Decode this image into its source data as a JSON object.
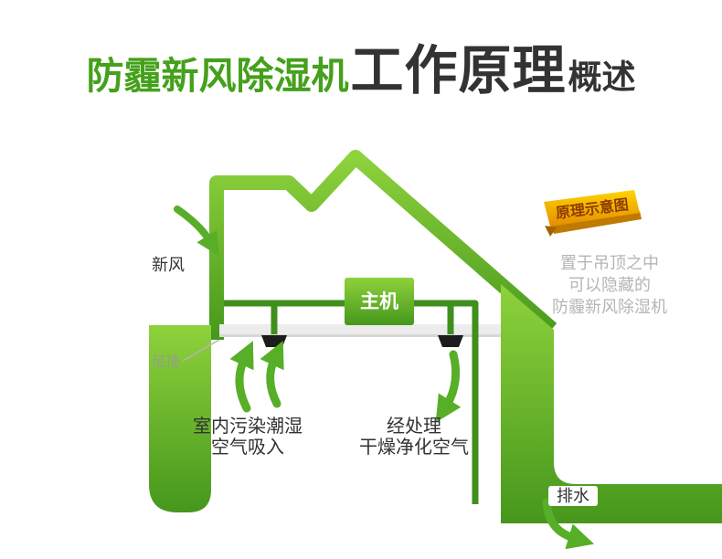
{
  "colors": {
    "title_green": "#45a01b",
    "text_dark": "#333333",
    "text_gray": "#b5b5b5",
    "label_gray": "#999999",
    "green_light": "#8ed23c",
    "green_mid": "#57ae27",
    "green_dark": "#46971c",
    "pipe_green": "#3f8f1d",
    "gold_light": "#ffd400",
    "gold_dark": "#e38d00",
    "gold_edge": "#c07a00",
    "banner_text": "#8e3c00",
    "ceiling_gray": "#ececec",
    "bracket_black": "#1c1c1c",
    "unit_text": "#ffffff"
  },
  "title": {
    "product": "防霾新风除湿机",
    "main": "工作原理",
    "suffix": "概述"
  },
  "banner": {
    "label": "原理示意图"
  },
  "caption": {
    "lines": [
      "置于吊顶之中",
      "可以隐藏的",
      "防霾新风除湿机"
    ]
  },
  "diagram": {
    "fresh_air": "新风",
    "ceiling": "吊顶",
    "main_unit": "主机",
    "intake": {
      "line1": "室内污染潮湿",
      "line2": "空气吸入"
    },
    "processed": {
      "line1": "经处理",
      "line2": "干燥净化空气"
    },
    "drain": "排水"
  }
}
